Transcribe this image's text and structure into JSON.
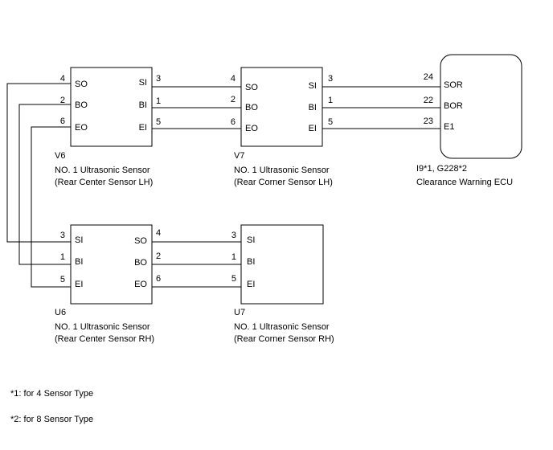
{
  "components": {
    "v6": {
      "code": "V6",
      "name": "NO. 1 Ultrasonic Sensor",
      "desc": "(Rear Center Sensor LH)",
      "pins": {
        "so": "SO",
        "bo": "BO",
        "eo": "EO",
        "si": "SI",
        "bi": "BI",
        "ei": "EI"
      },
      "nums": {
        "so": "4",
        "bo": "2",
        "eo": "6",
        "si": "3",
        "bi": "1",
        "ei": "5"
      }
    },
    "v7": {
      "code": "V7",
      "name": "NO. 1 Ultrasonic Sensor",
      "desc": "(Rear Corner Sensor LH)",
      "pins": {
        "so": "SO",
        "bo": "BO",
        "eo": "EO",
        "si": "SI",
        "bi": "BI",
        "ei": "EI"
      },
      "nums": {
        "so": "4",
        "bo": "2",
        "eo": "6",
        "si": "3",
        "bi": "1",
        "ei": "5"
      }
    },
    "ecu": {
      "code": "I9*1, G228*2",
      "name": "Clearance Warning ECU",
      "pins": {
        "sor": "SOR",
        "bor": "BOR",
        "e1": "E1"
      },
      "nums": {
        "sor": "24",
        "bor": "22",
        "e1": "23"
      }
    },
    "u6": {
      "code": "U6",
      "name": "NO. 1 Ultrasonic Sensor",
      "desc": "(Rear Center Sensor RH)",
      "pins": {
        "si": "SI",
        "bi": "BI",
        "ei": "EI",
        "so": "SO",
        "bo": "BO",
        "eo": "EO"
      },
      "nums": {
        "si": "3",
        "bi": "1",
        "ei": "5",
        "so": "4",
        "bo": "2",
        "eo": "6"
      }
    },
    "u7": {
      "code": "U7",
      "name": "NO. 1 Ultrasonic Sensor",
      "desc": "(Rear Corner Sensor RH)",
      "pins": {
        "si": "SI",
        "bi": "BI",
        "ei": "EI"
      },
      "nums": {
        "si": "3",
        "bi": "1",
        "ei": "5"
      }
    }
  },
  "notes": {
    "n1": "*1: for 4 Sensor Type",
    "n2": "*2: for 8 Sensor Type"
  }
}
